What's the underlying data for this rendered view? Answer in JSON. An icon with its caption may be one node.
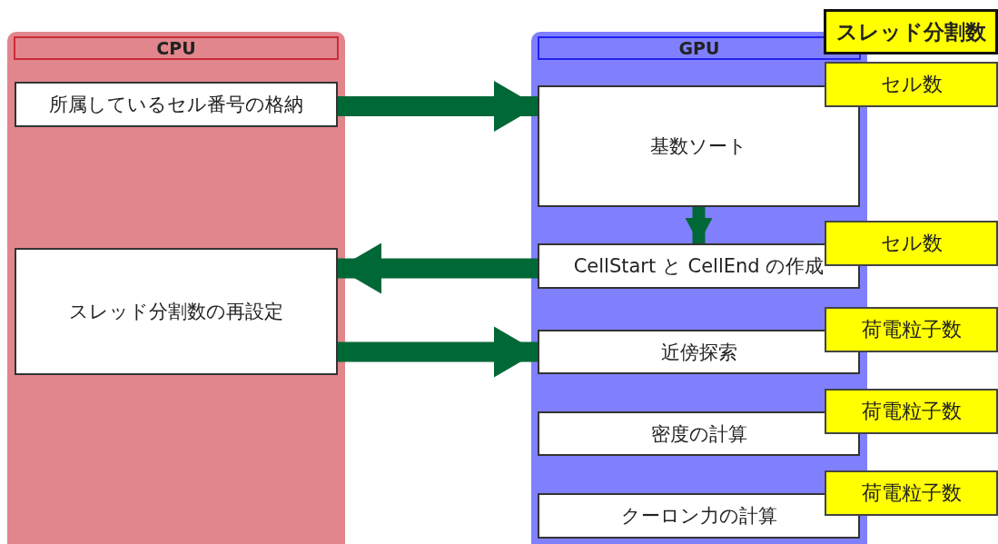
{
  "diagram": {
    "nodes": [
      {
        "text": [
          "CPU"
        ]
      },
      {
        "text": [
          "所属しているセル番号の格納"
        ],
        "in": 0
      },
      {
        "text": [
          "スレッド分割数の再設定"
        ],
        "in": 0
      },
      {
        "text": [
          "GPU"
        ]
      },
      {
        "text": [
          "基数ソート"
        ],
        "in": 3
      },
      {
        "text": [
          "CellStart と CellEnd の作成"
        ],
        "in": 3
      },
      {
        "text": [
          "近傍探索"
        ],
        "in": 3
      },
      {
        "text": [
          "密度の計算"
        ],
        "in": 3
      },
      {
        "text": [
          "クーロン力の計算"
        ],
        "in": 3
      },
      {
        "text": [
          "スレッド分割数"
        ]
      },
      {
        "text": [
          "セル数"
        ]
      },
      {
        "text": [
          "セル数"
        ]
      },
      {
        "text": [
          "荷電粒子数"
        ]
      },
      {
        "text": [
          "荷電粒子数"
        ]
      },
      {
        "text": [
          "荷電粒子数"
        ]
      }
    ],
    "edges": [
      {
        "from": 1,
        "to": 4,
        "arrow": "to"
      },
      {
        "from": 4,
        "to": 5,
        "arrow": "to"
      },
      {
        "from": 5,
        "to": 2,
        "arrow": "to"
      },
      {
        "from": 2,
        "to": 6,
        "arrow": "to"
      }
    ]
  }
}
